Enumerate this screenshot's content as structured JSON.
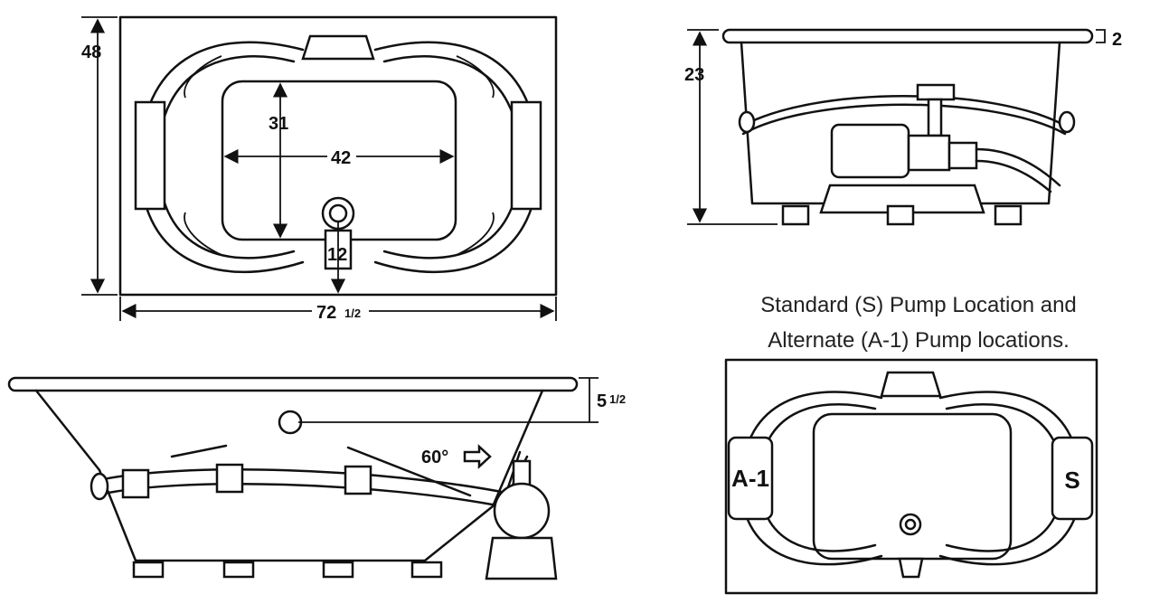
{
  "top_view": {
    "length_label": "72",
    "length_fraction": "1/2",
    "width_label": "48",
    "inner_width_label": "42",
    "inner_depth_label": "31",
    "drain_label": "12"
  },
  "end_view": {
    "height_label": "23",
    "rim_label": "2"
  },
  "side_view": {
    "rim_label": "5",
    "rim_fraction": "1/2",
    "angle_label": "60°"
  },
  "pump_view": {
    "caption_line1": "Standard (S) Pump Location and",
    "caption_line2": "Alternate (A-1) Pump locations.",
    "alternate_label": "A-1",
    "standard_label": "S"
  }
}
